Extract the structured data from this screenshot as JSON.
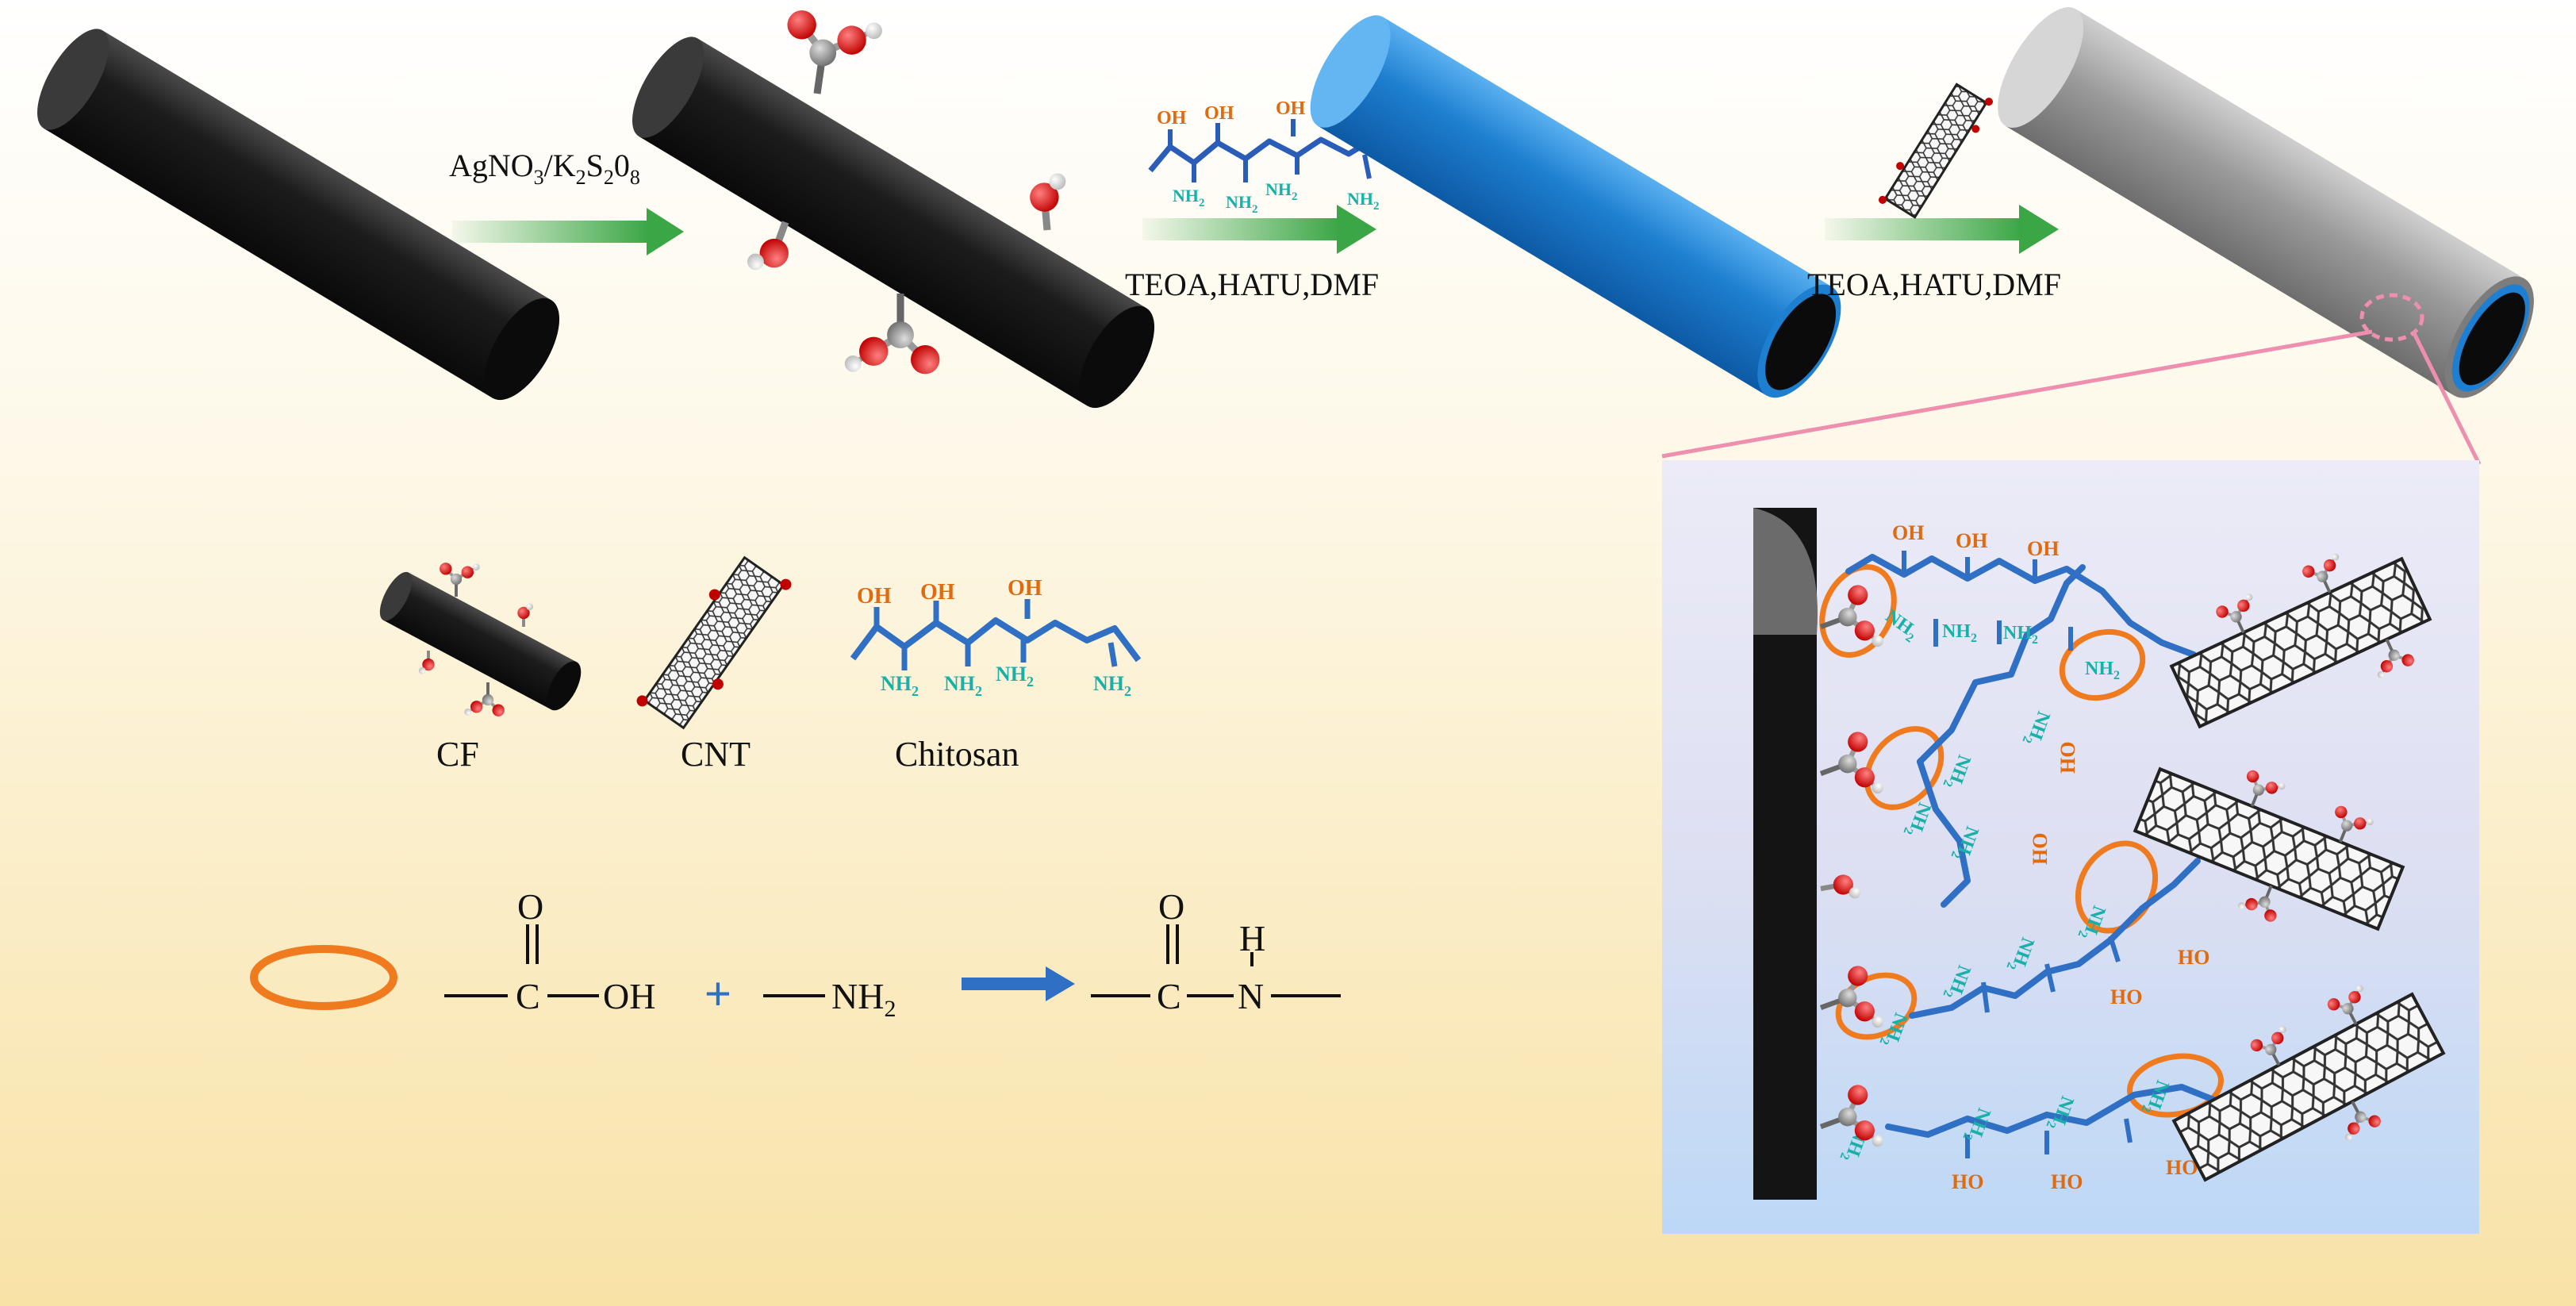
{
  "steps": {
    "step1_reagent": "AgNO",
    "step1_sub1": "3",
    "step1_sep": "/K",
    "step1_sub2": "2",
    "step1_s": "S",
    "step1_sub3": "2",
    "step1_o": "0",
    "step1_sub4": "8",
    "step2_conditions": "TEOA,HATU,DMF",
    "step3_conditions": "TEOA,HATU,DMF"
  },
  "legend": {
    "cf_label": "CF",
    "cnt_label": "CNT",
    "chitosan_label": "Chitosan"
  },
  "groups": {
    "oh": "OH",
    "ho": "HO",
    "nh2": "NH",
    "nh2_sub": "2"
  },
  "reaction": {
    "carbonyl_o": "O",
    "carbon": "C",
    "hydroxyl": "OH",
    "plus": "+",
    "amine": "NH",
    "amine_sub": "2",
    "product_o": "O",
    "product_h": "H",
    "product_c": "C",
    "product_n": "N"
  },
  "colors": {
    "fiber_black": "#161616",
    "chitosan_blue": "#1e7fd0",
    "cnt_coated_grey": "#9a9a9a",
    "arrow_green": "#3aa645",
    "reaction_arrow_blue": "#2f6fc4",
    "amide_ring_orange": "#f07a1e",
    "oh_orange": "#e06a10",
    "nh2_teal": "#18b0a8",
    "zoom_pink": "#ef8fb0"
  }
}
